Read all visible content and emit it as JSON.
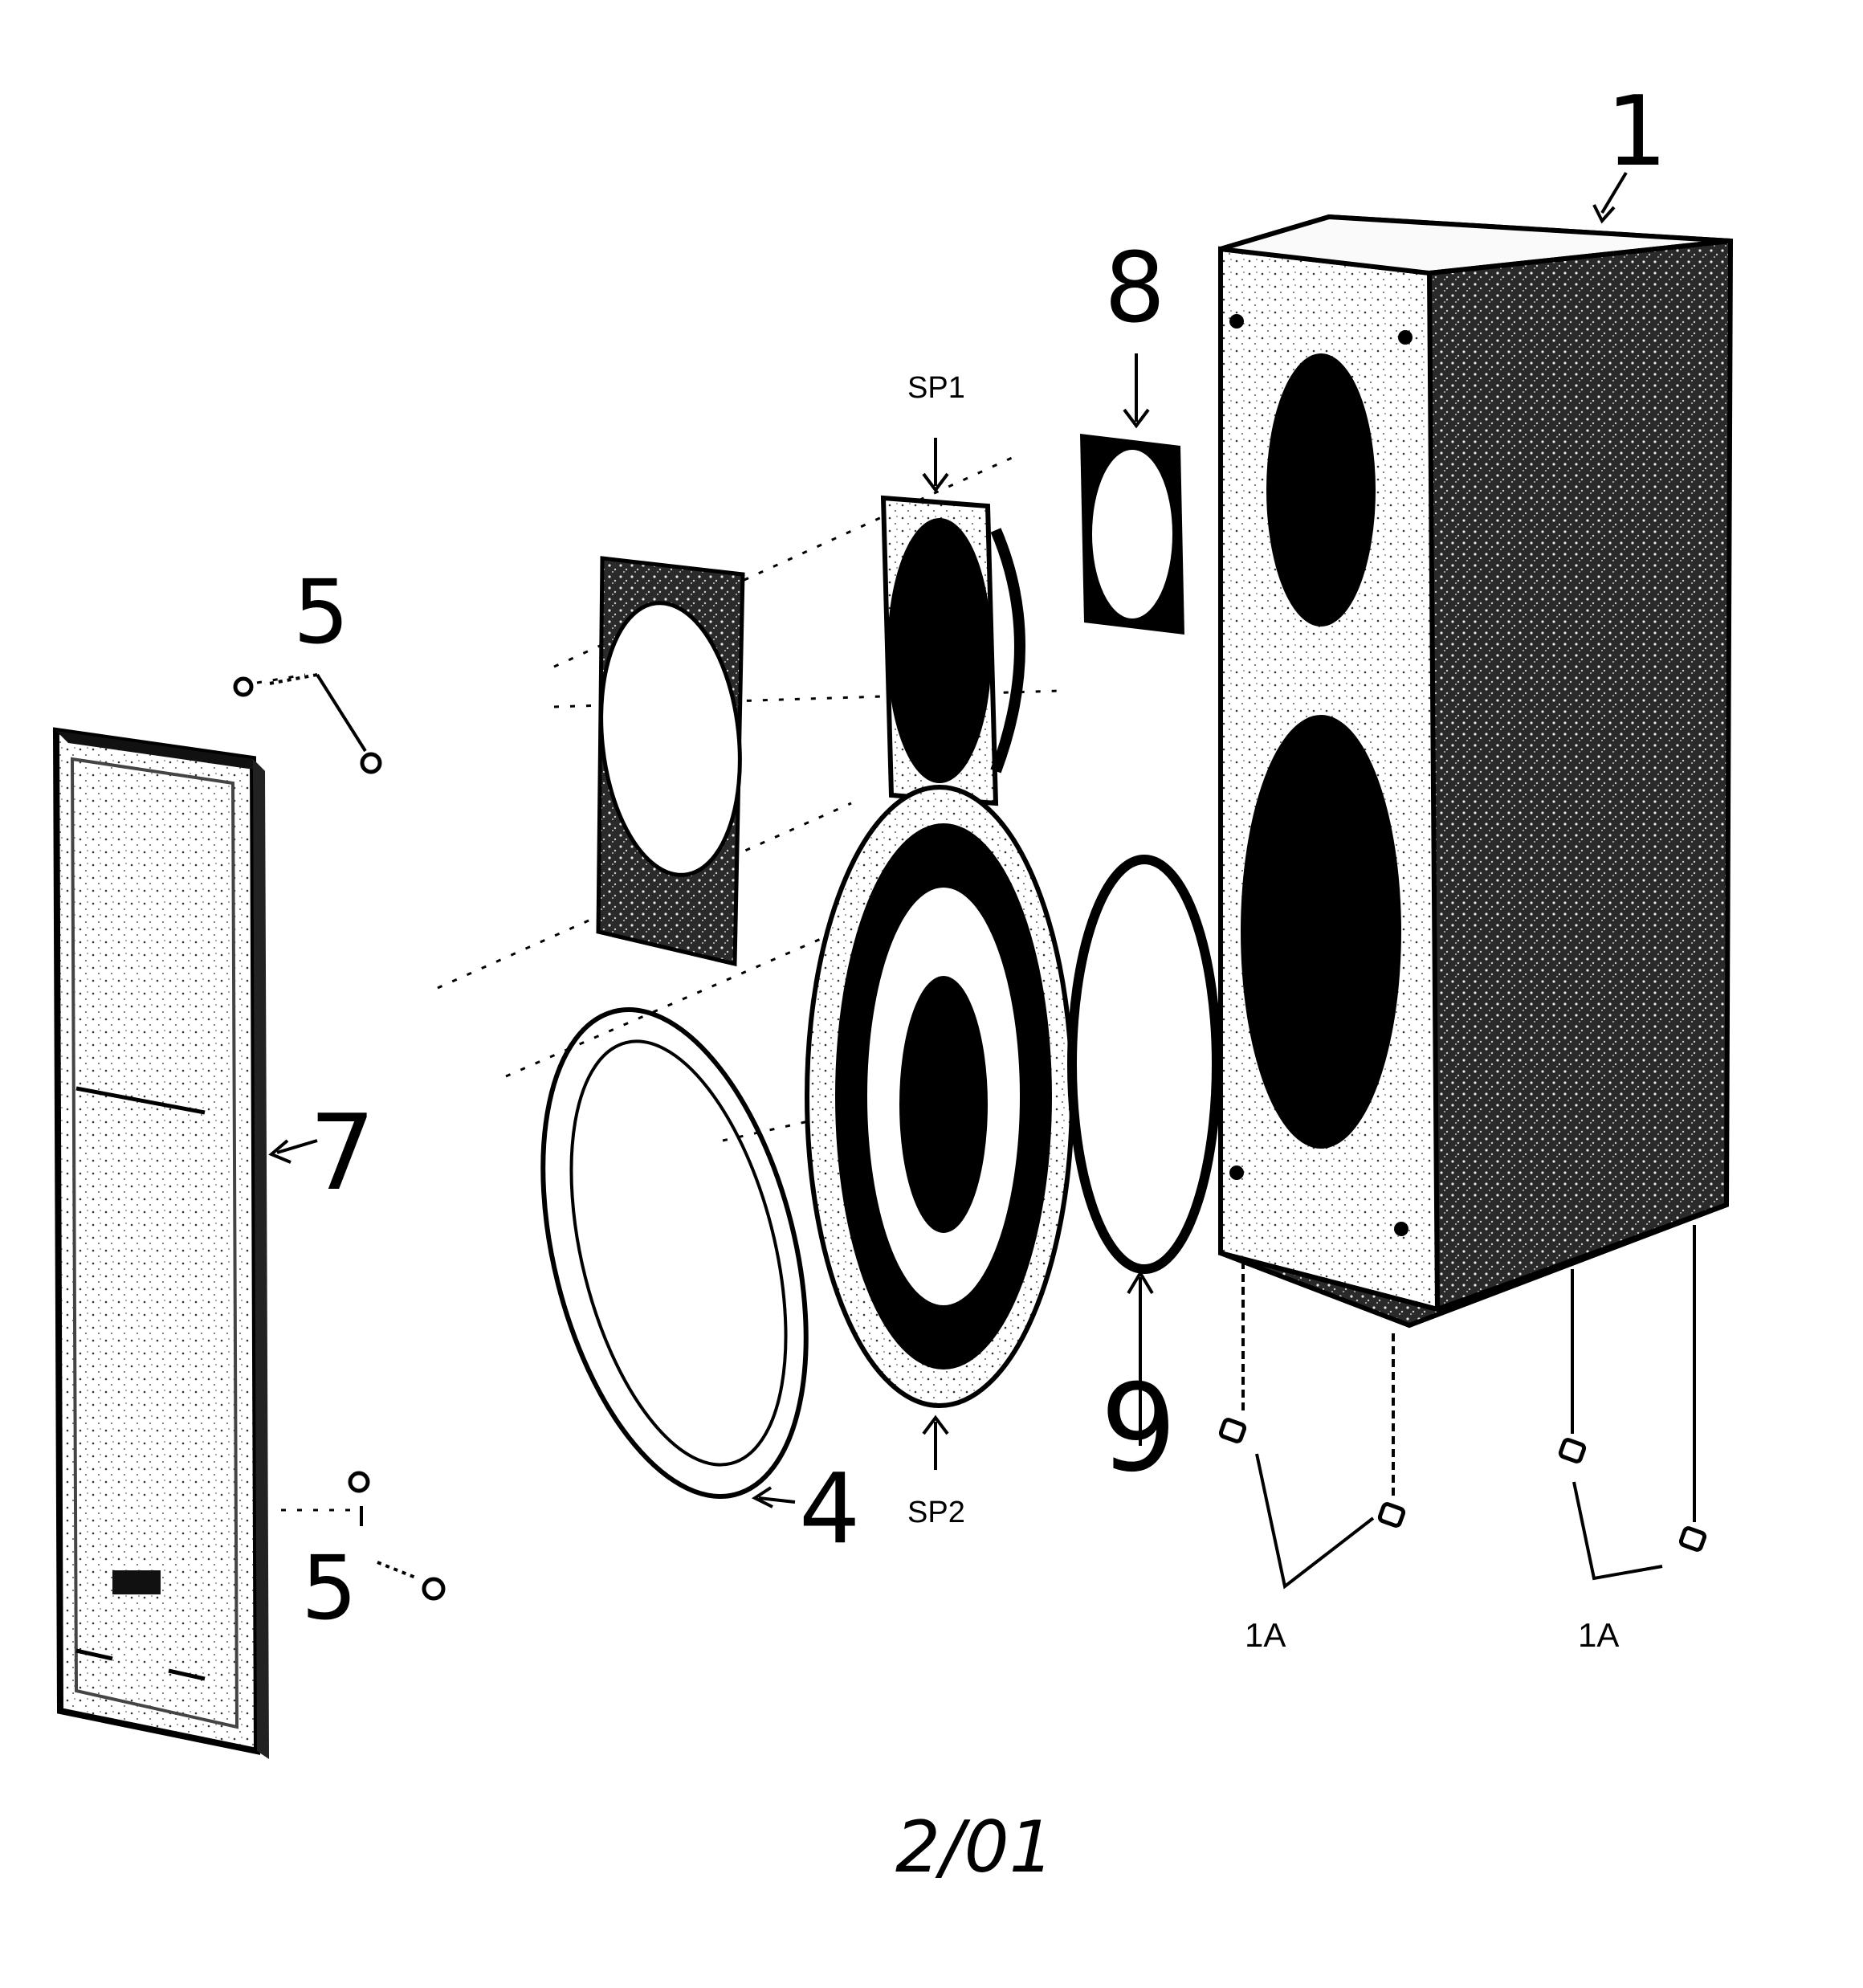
{
  "labels": {
    "cabinet": "1",
    "feet_left": "1A",
    "feet_right": "1A",
    "grille_ring": "4",
    "fastener_top": "5",
    "fastener_bottom": "5",
    "grille_frame": "7",
    "tweeter_gasket": "8",
    "woofer_gasket": "9",
    "tweeter": "SP1",
    "woofer": "SP2"
  },
  "footer": {
    "date": "2/01"
  },
  "colors": {
    "ink": "#000000",
    "paper": "#ffffff",
    "shade": "#555555"
  }
}
